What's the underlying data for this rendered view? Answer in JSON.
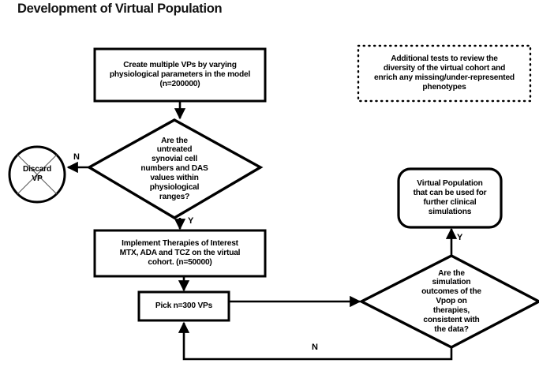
{
  "title": "Development of Virtual Population",
  "diagram": {
    "type": "flowchart",
    "nodes": {
      "create_vps": {
        "shape": "process",
        "text": "Create multiple VPs by varying\nphysiological parameters in the model\n(n=200000)"
      },
      "additional_tests_note": {
        "shape": "dotted-note",
        "text": "Additional tests to review the\ndiversity of the virtual cohort and\nenrich any missing/under-represented\nphenotypes"
      },
      "untreated_check": {
        "shape": "decision",
        "text": "Are the\nuntreated\nsynovial cell\nnumbers and DAS\nvalues within\nphysiological\nranges?"
      },
      "discard_vp": {
        "shape": "circle-crossed",
        "text": "Discard\nVP"
      },
      "implement_therapies": {
        "shape": "process",
        "text": "Implement Therapies of Interest\nMTX, ADA and TCZ on the virtual\ncohort. (n=50000)"
      },
      "pick_vps": {
        "shape": "process",
        "text": "Pick n=300 VPs"
      },
      "virtual_population": {
        "shape": "rounded-process",
        "text": "Virtual Population\nthat can be used for\nfurther clinical\nsimulations"
      },
      "simulation_outcomes_check": {
        "shape": "decision",
        "text": "Are the\nsimulation\noutcomes of the\nVpop on\ntherapies,\nconsistent with\nthe data?"
      }
    },
    "edge_labels": {
      "untreated_no": "N",
      "untreated_yes": "Y",
      "outcomes_yes": "Y",
      "outcomes_no": "N"
    },
    "colors": {
      "stroke": "#000000",
      "fill": "#ffffff",
      "text": "#000000",
      "thin_stroke": "#444444"
    }
  }
}
